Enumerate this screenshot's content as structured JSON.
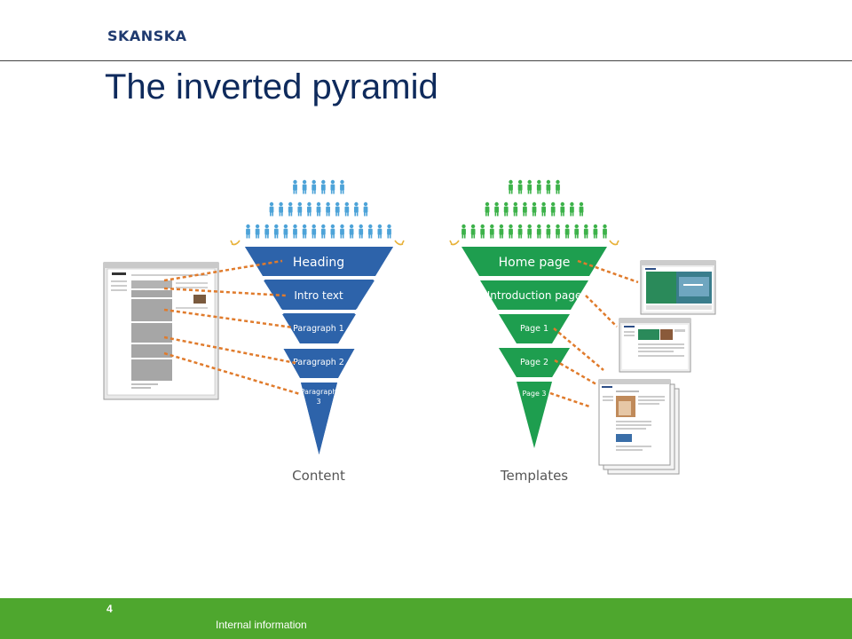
{
  "logo": "SKANSKA",
  "title": "The inverted pyramid",
  "content_pyramid": {
    "color": "#2d63aa",
    "people_color": "#4da3d8",
    "levels": [
      "Heading",
      "Intro text",
      "Paragraph 1",
      "Paragraph 2",
      "Paragraph",
      "3"
    ],
    "caption": "Content"
  },
  "templates_pyramid": {
    "color": "#1e9e4f",
    "people_color": "#3db24a",
    "levels": [
      "Home page",
      "Introduction page",
      "Page 1",
      "Page 2",
      "Page 3"
    ],
    "caption": "Templates"
  },
  "connector_color": "#e07b2c",
  "footer": {
    "page_number": "4",
    "text": "Internal information",
    "color": "#4ea72e"
  }
}
